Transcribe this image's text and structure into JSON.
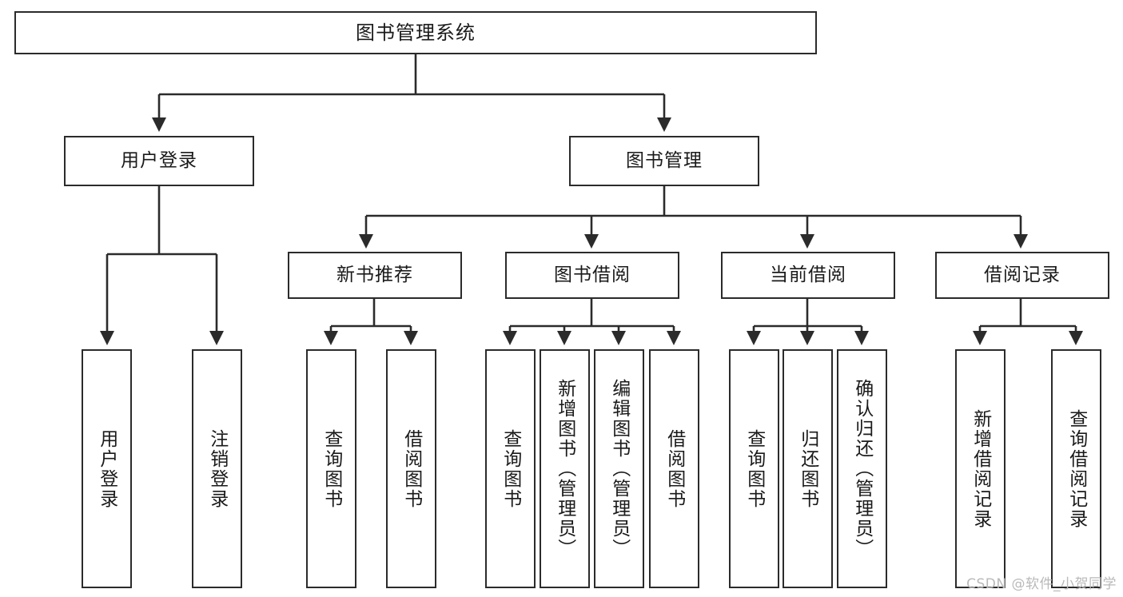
{
  "diagram": {
    "title": "图书管理系统",
    "type": "tree",
    "watermark": "CSDN @软件_小贺同学",
    "colors": {
      "stroke": "#2b2b2b",
      "fill": "#ffffff",
      "text": "#1a1a1a",
      "watermark": "#b9b9b9"
    },
    "root": {
      "label": "图书管理系统"
    },
    "level1": [
      {
        "label": "用户登录"
      },
      {
        "label": "图书管理"
      }
    ],
    "level2": [
      {
        "label": "新书推荐",
        "parent": "图书管理"
      },
      {
        "label": "图书借阅",
        "parent": "图书管理"
      },
      {
        "label": "当前借阅",
        "parent": "图书管理"
      },
      {
        "label": "借阅记录",
        "parent": "图书管理"
      }
    ],
    "leaves": {
      "user_login": [
        {
          "label": "用户登录"
        },
        {
          "label": "注销登录"
        }
      ],
      "new_book_recommend": [
        {
          "label": "查询图书"
        },
        {
          "label": "借阅图书"
        }
      ],
      "book_borrow": [
        {
          "label": "查询图书"
        },
        {
          "label": "新增图书（管理员）"
        },
        {
          "label": "编辑图书（管理员）"
        },
        {
          "label": "借阅图书"
        }
      ],
      "current_borrow": [
        {
          "label": "查询图书"
        },
        {
          "label": "归还图书"
        },
        {
          "label": "确认归还（管理员）"
        }
      ],
      "borrow_record": [
        {
          "label": "新增借阅记录"
        },
        {
          "label": "查询借阅记录"
        }
      ]
    }
  }
}
